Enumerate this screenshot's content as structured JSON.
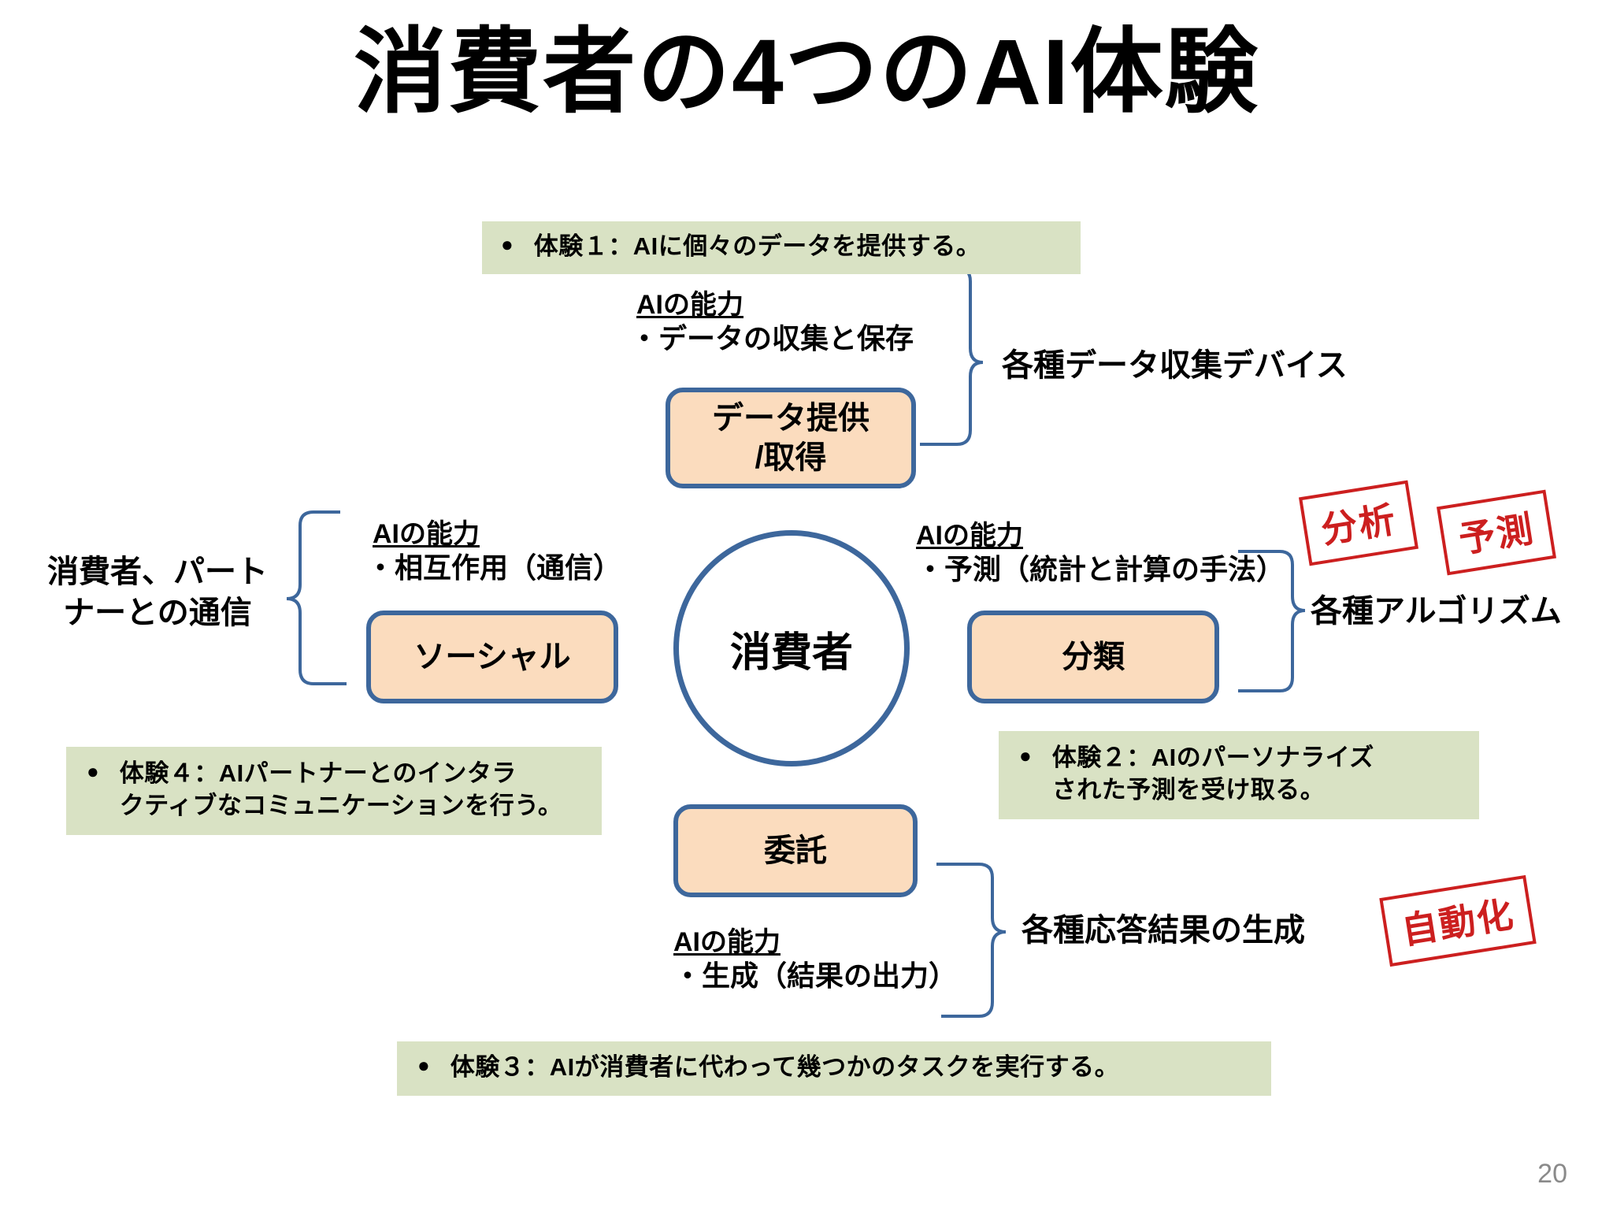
{
  "slide": {
    "title": "消費者の4つのAI体験",
    "page_number": "20",
    "bullet_glyph": "●"
  },
  "colors": {
    "banner_green": "#d9e2c4",
    "node_orange": "#fbdcbe",
    "node_border_blue": "#3d679c",
    "stamp_red": "#cc1f1f",
    "page_number_gray": "#8a8a8a"
  },
  "experiences": [
    {
      "id": "exp1",
      "text": "体験１：AIに個々のデータを提供する。"
    },
    {
      "id": "exp2",
      "text": "体験２：AIのパーソナライズ\nされた予測を受け取る。"
    },
    {
      "id": "exp3",
      "text": "体験３：AIが消費者に代わって幾つかのタスクを実行する。"
    },
    {
      "id": "exp4",
      "text": "体験４：AIパートナーとのインタラ\nクティブなコミュニケーションを行う。"
    }
  ],
  "center": {
    "label": "消費者"
  },
  "nodes": [
    {
      "id": "data",
      "label": "データ提供\n/取得"
    },
    {
      "id": "social",
      "label": "ソーシャル"
    },
    {
      "id": "classify",
      "label": "分類"
    },
    {
      "id": "entrust",
      "label": "委託"
    }
  ],
  "capabilities": [
    {
      "id": "top",
      "heading": "AIの能力",
      "item": "・データの収集と保存"
    },
    {
      "id": "left",
      "heading": "AIの能力",
      "item": "・相互作用（通信）"
    },
    {
      "id": "right",
      "heading": "AIの能力",
      "item": "・予測（統計と計算の手法）"
    },
    {
      "id": "bottom",
      "heading": "AIの能力",
      "item": "・生成（結果の出力）"
    }
  ],
  "side_labels": {
    "devices": "各種データ収集デバイス",
    "algorithms": "各種アルゴリズム",
    "responses": "各種応答結果の生成",
    "communication": "消費者、パート\nナーとの通信"
  },
  "stamps": [
    {
      "id": "analysis",
      "label": "分析"
    },
    {
      "id": "forecast",
      "label": "予測"
    },
    {
      "id": "automatic",
      "label": "自動化"
    }
  ]
}
